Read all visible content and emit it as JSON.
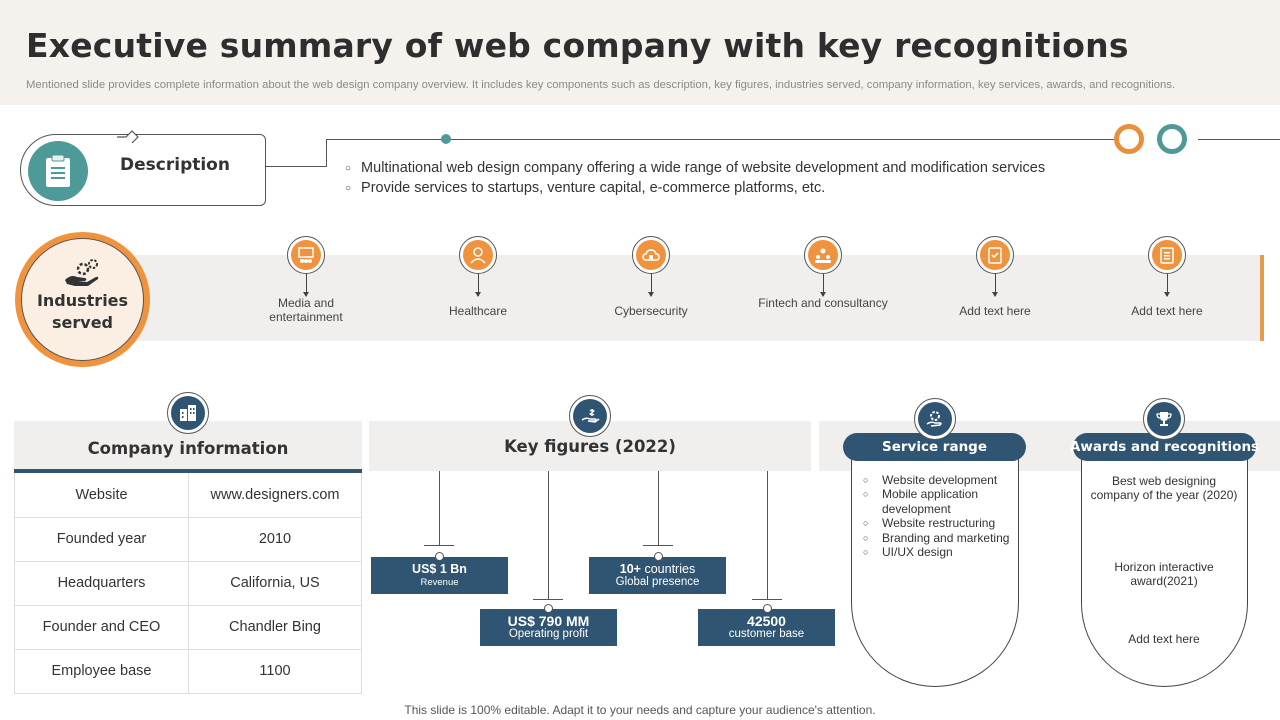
{
  "header": {
    "title": "Executive summary of web company with key recognitions",
    "subtitle": "Mentioned slide provides complete information about the web design company overview. It includes key components such as description, key figures, industries served, company information, key services, awards, and recognitions."
  },
  "description": {
    "label": "Description",
    "icon": "clipboard-icon",
    "bullets": [
      "Multinational  web design company offering a wide range of website development and modification services",
      "Provide services to startups, venture capital, e-commerce platforms, etc."
    ]
  },
  "industries": {
    "title_line1": "Industries",
    "title_line2": "served",
    "icon": "hand-gears-icon",
    "items": [
      {
        "label": "Media and entertainment",
        "icon": "presentation-icon"
      },
      {
        "label": "Healthcare",
        "icon": "doctor-icon"
      },
      {
        "label": "Cybersecurity",
        "icon": "cloud-lock-icon"
      },
      {
        "label": "Fintech and consultancy",
        "icon": "team-icon"
      },
      {
        "label": "Add text here",
        "icon": "clipboard-check-icon"
      },
      {
        "label": "Add text here",
        "icon": "document-icon"
      }
    ]
  },
  "company_info": {
    "title": "Company information",
    "icon": "building-icon",
    "rows": [
      {
        "key": "Website",
        "value": "www.designers.com"
      },
      {
        "key": "Founded year",
        "value": "2010"
      },
      {
        "key": "Headquarters",
        "value": "California, US"
      },
      {
        "key": "Founder and CEO",
        "value": "Chandler Bing"
      },
      {
        "key": "Employee base",
        "value": "1100"
      }
    ]
  },
  "key_figures": {
    "title": "Key figures (2022)",
    "icon": "hand-money-icon",
    "items": [
      {
        "value": "US$ 1 Bn",
        "label": "Revenue"
      },
      {
        "value": "US$ 790 MM",
        "label": "Operating profit"
      },
      {
        "value": "10+",
        "value_suffix": " countries",
        "label": "Global presence"
      },
      {
        "value": "42500",
        "label": "customer base"
      }
    ]
  },
  "service_range": {
    "title": "Service range",
    "icon": "gear-hand-icon",
    "items": [
      "Website development",
      "Mobile application development",
      "Website restructuring",
      "Branding and marketing",
      "UI/UX design"
    ]
  },
  "awards": {
    "title": "Awards and recognitions",
    "icon": "trophy-icon",
    "items": [
      "Best web designing company of the year (2020)",
      "Horizon interactive award(2021)",
      "Add text here"
    ]
  },
  "footer": "This slide is 100% editable. Adapt it to your needs and capture your audience's attention.",
  "colors": {
    "accent_orange": "#f0933f",
    "teal": "#4e9a98",
    "navy": "#2f5572"
  }
}
